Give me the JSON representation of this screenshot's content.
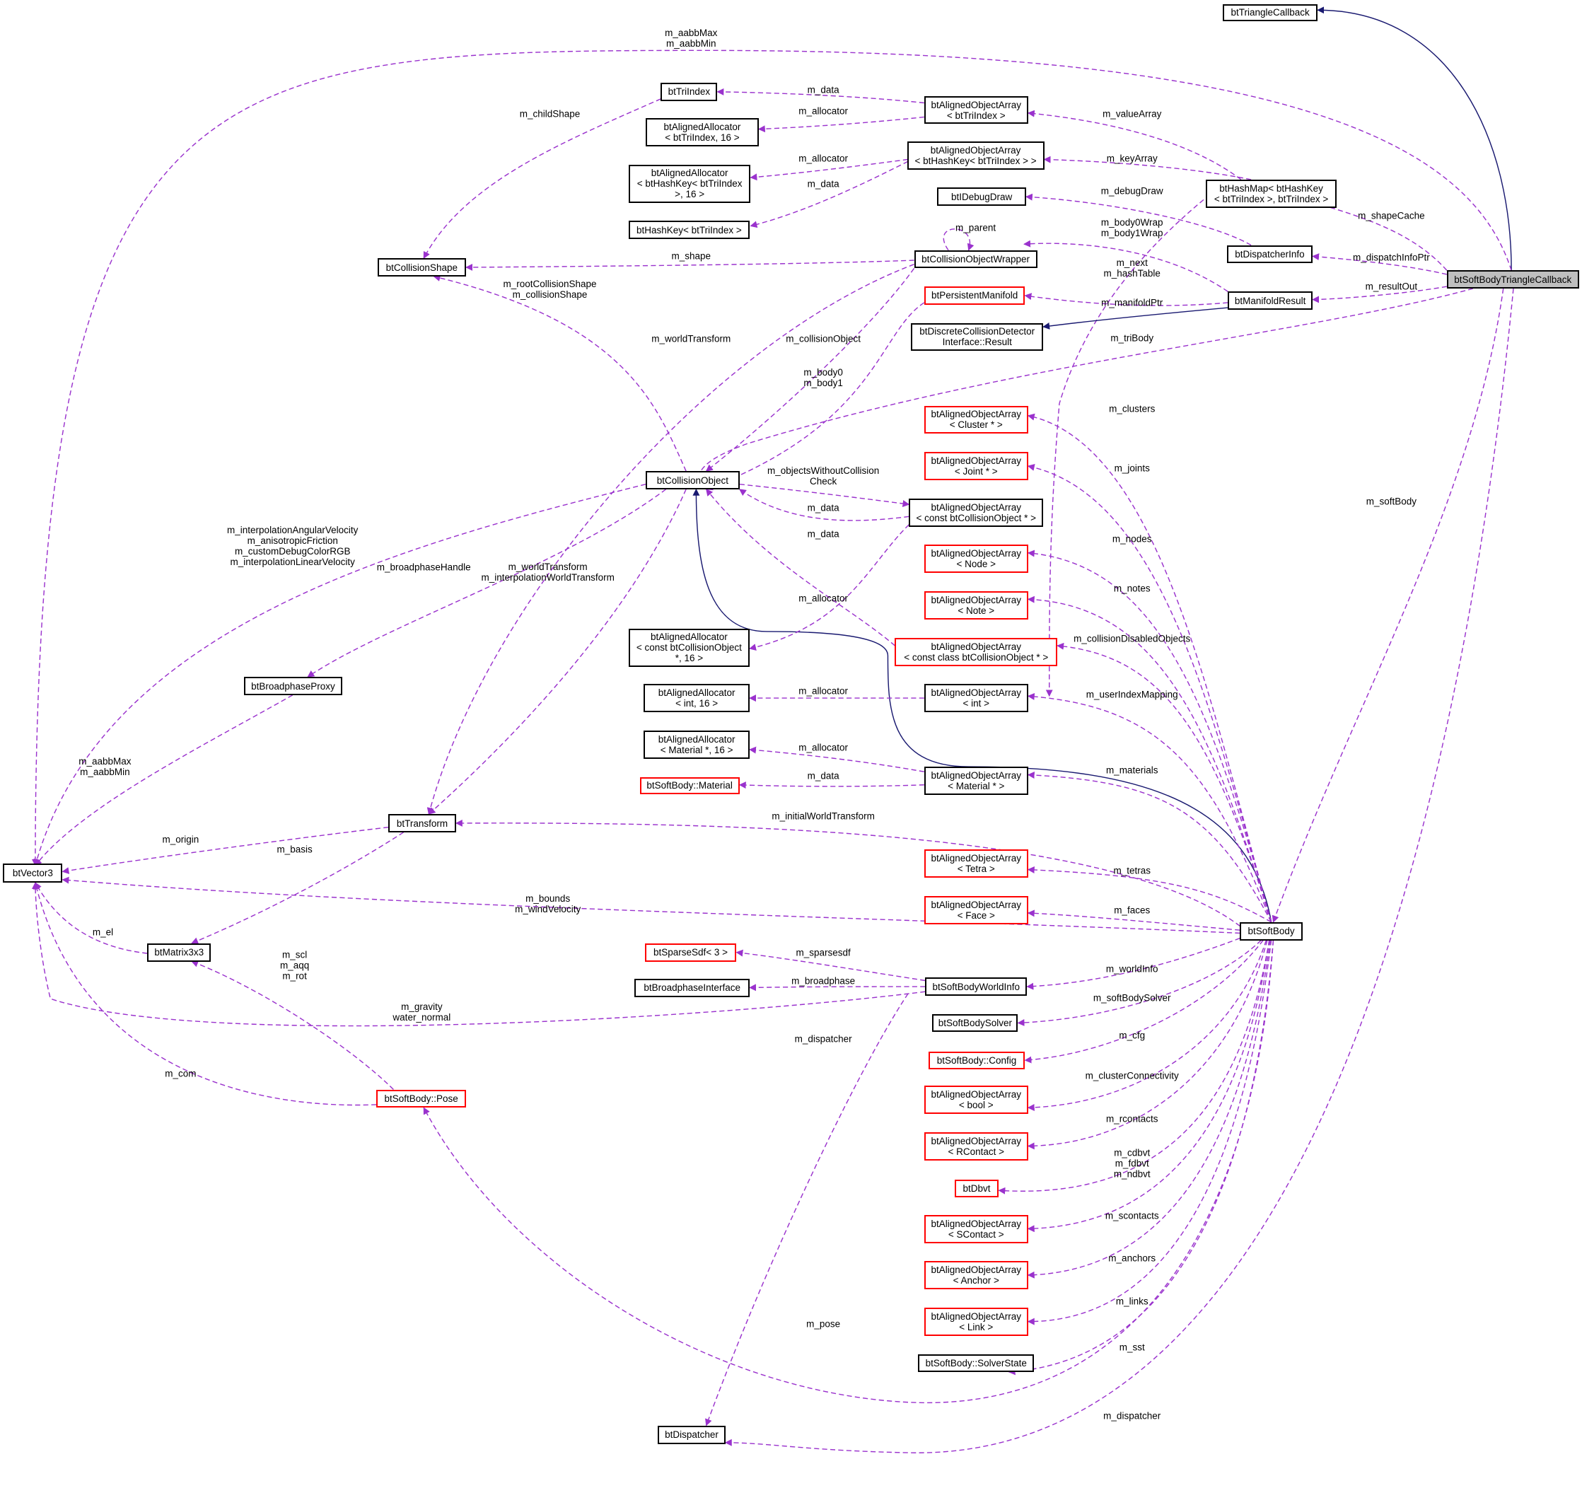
{
  "colors": {
    "usage_edge": "#9a32cd",
    "inherit_edge": "#191970",
    "node_border": "#000000",
    "incomplete_border": "#ff0000",
    "focus_fill": "#bfbfbf"
  },
  "nodes": {
    "btTriangleCallback": [
      "btTriangleCallback"
    ],
    "btTriIndex": [
      "btTriIndex"
    ],
    "btAOA_btTriIndex": [
      "btAlignedObjectArray",
      "< btTriIndex >"
    ],
    "btAA_btTriIndex16": [
      "btAlignedAllocator",
      "< btTriIndex, 16 >"
    ],
    "btAOA_btHashKey": [
      "btAlignedObjectArray",
      "< btHashKey< btTriIndex > >"
    ],
    "btAA_btHashKey16": [
      "btAlignedAllocator",
      "< btHashKey< btTriIndex",
      ">, 16 >"
    ],
    "btHashKey": [
      "btHashKey< btTriIndex >"
    ],
    "btIDebugDraw": [
      "btIDebugDraw"
    ],
    "btHashMap": [
      "btHashMap< btHashKey",
      "< btTriIndex >, btTriIndex >"
    ],
    "btDispatcherInfo": [
      "btDispatcherInfo"
    ],
    "btCollisionShape": [
      "btCollisionShape"
    ],
    "btCollisionObjectWrapper": [
      "btCollisionObjectWrapper"
    ],
    "btSoftBodyTriangleCallback": [
      "btSoftBodyTriangleCallback"
    ],
    "btPersistentManifold": [
      "btPersistentManifold"
    ],
    "btManifoldResult": [
      "btManifoldResult"
    ],
    "btDCDIResult": [
      "btDiscreteCollisionDetector",
      "Interface::Result"
    ],
    "btAOA_Cluster": [
      "btAlignedObjectArray",
      "< Cluster * >"
    ],
    "btAOA_Joint": [
      "btAlignedObjectArray",
      "< Joint * >"
    ],
    "btCollisionObject": [
      "btCollisionObject"
    ],
    "btAOA_constColObj": [
      "btAlignedObjectArray",
      "< const btCollisionObject * >"
    ],
    "btAOA_Node": [
      "btAlignedObjectArray",
      "< Node >"
    ],
    "btAOA_Note": [
      "btAlignedObjectArray",
      "< Note >"
    ],
    "btAA_constColObj16": [
      "btAlignedAllocator",
      "< const btCollisionObject",
      "*, 16 >"
    ],
    "btAOA_constClassColObj": [
      "btAlignedObjectArray",
      "< const class btCollisionObject * >"
    ],
    "btBroadphaseProxy": [
      "btBroadphaseProxy"
    ],
    "btAA_int16": [
      "btAlignedAllocator",
      "< int, 16 >"
    ],
    "btAOA_int": [
      "btAlignedObjectArray",
      "< int >"
    ],
    "btAA_Material16": [
      "btAlignedAllocator",
      "< Material *, 16 >"
    ],
    "btSoftBodyMaterial": [
      "btSoftBody::Material"
    ],
    "btAOA_Material": [
      "btAlignedObjectArray",
      "< Material * >"
    ],
    "btTransform": [
      "btTransform"
    ],
    "btVector3": [
      "btVector3"
    ],
    "btAOA_Tetra": [
      "btAlignedObjectArray",
      "< Tetra >"
    ],
    "btAOA_Face": [
      "btAlignedObjectArray",
      "< Face >"
    ],
    "btSoftBody": [
      "btSoftBody"
    ],
    "btMatrix3x3": [
      "btMatrix3x3"
    ],
    "btSparseSdf": [
      "btSparseSdf< 3 >"
    ],
    "btBroadphaseInterface": [
      "btBroadphaseInterface"
    ],
    "btSoftBodyWorldInfo": [
      "btSoftBodyWorldInfo"
    ],
    "btSoftBodySolver": [
      "btSoftBodySolver"
    ],
    "btSoftBodyConfig": [
      "btSoftBody::Config"
    ],
    "btAOA_bool": [
      "btAlignedObjectArray",
      "< bool >"
    ],
    "btSoftBodyPose": [
      "btSoftBody::Pose"
    ],
    "btAOA_RContact": [
      "btAlignedObjectArray",
      "< RContact >"
    ],
    "btDbvt": [
      "btDbvt"
    ],
    "btAOA_SContact": [
      "btAlignedObjectArray",
      "< SContact >"
    ],
    "btAOA_Anchor": [
      "btAlignedObjectArray",
      "< Anchor >"
    ],
    "btAOA_Link": [
      "btAlignedObjectArray",
      "< Link >"
    ],
    "btSoftBodySolverState": [
      "btSoftBody::SolverState"
    ],
    "btDispatcher": [
      "btDispatcher"
    ]
  },
  "edge_labels": {
    "aabb_top": [
      "m_aabbMax",
      "m_aabbMin"
    ],
    "data_tri": [
      "m_data"
    ],
    "alloc_tri": [
      "m_allocator"
    ],
    "childShape": [
      "m_childShape"
    ],
    "valueArray": [
      "m_valueArray"
    ],
    "alloc_hk": [
      "m_allocator"
    ],
    "data_hk": [
      "m_data"
    ],
    "keyArray": [
      "m_keyArray"
    ],
    "debugDraw": [
      "m_debugDraw"
    ],
    "shapeCache": [
      "m_shapeCache"
    ],
    "parent": [
      "m_parent"
    ],
    "body01Wrap": [
      "m_body0Wrap",
      "m_body1Wrap"
    ],
    "shape": [
      "m_shape"
    ],
    "next_hash": [
      "m_next",
      "m_hashTable"
    ],
    "dispatchInfoPtr": [
      "m_dispatchInfoPtr"
    ],
    "resultOut": [
      "m_resultOut"
    ],
    "rootColShape": [
      "m_rootCollisionShape",
      "m_collisionShape"
    ],
    "manifoldPtr": [
      "m_manifoldPtr"
    ],
    "worldTransform1": [
      "m_worldTransform"
    ],
    "collisionObject": [
      "m_collisionObject"
    ],
    "triBody": [
      "m_triBody"
    ],
    "body01": [
      "m_body0",
      "m_body1"
    ],
    "clusters": [
      "m_clusters"
    ],
    "joints": [
      "m_joints"
    ],
    "softBody": [
      "m_softBody"
    ],
    "objWithoutCC": [
      "m_objectsWithoutCollision",
      "Check"
    ],
    "data_co1": [
      "m_data"
    ],
    "data_co2": [
      "m_data"
    ],
    "interp": [
      "m_interpolationAngularVelocity",
      "m_anisotropicFriction",
      "m_customDebugColorRGB",
      "m_interpolationLinearVelocity"
    ],
    "nodes": [
      "m_nodes"
    ],
    "broadphaseHandle": [
      "m_broadphaseHandle"
    ],
    "worldTransform2": [
      "m_worldTransform",
      "m_interpolationWorldTransform"
    ],
    "notes": [
      "m_notes"
    ],
    "alloc_co": [
      "m_allocator"
    ],
    "colDisabled": [
      "m_collisionDisabledObjects"
    ],
    "alloc_int": [
      "m_allocator"
    ],
    "userIndexMapping": [
      "m_userIndexMapping"
    ],
    "aabb_proxy": [
      "m_aabbMax",
      "m_aabbMin"
    ],
    "alloc_mat": [
      "m_allocator"
    ],
    "data_mat": [
      "m_data"
    ],
    "materials": [
      "m_materials"
    ],
    "initialWorldTransform": [
      "m_initialWorldTransform"
    ],
    "origin": [
      "m_origin"
    ],
    "basis": [
      "m_basis"
    ],
    "tetras": [
      "m_tetras"
    ],
    "bounds": [
      "m_bounds",
      "m_windVelocity"
    ],
    "faces": [
      "m_faces"
    ],
    "el": [
      "m_el"
    ],
    "sql": [
      "m_scl",
      "m_aqq",
      "m_rot"
    ],
    "sparsesdf": [
      "m_sparsesdf"
    ],
    "broadphase": [
      "m_broadphase"
    ],
    "worldInfo": [
      "m_worldInfo"
    ],
    "gravity": [
      "m_gravity",
      "water_normal"
    ],
    "softBodySolver": [
      "m_softBodySolver"
    ],
    "dispatcher1": [
      "m_dispatcher"
    ],
    "cfg": [
      "m_cfg"
    ],
    "com": [
      "m_com"
    ],
    "clusterConnectivity": [
      "m_clusterConnectivity"
    ],
    "rcontacts": [
      "m_rcontacts"
    ],
    "dbvt": [
      "m_cdbvt",
      "m_fdbvt",
      "m_ndbvt"
    ],
    "scontacts": [
      "m_scontacts"
    ],
    "anchors": [
      "m_anchors"
    ],
    "links": [
      "m_links"
    ],
    "pose": [
      "m_pose"
    ],
    "sst": [
      "m_sst"
    ],
    "dispatcher2": [
      "m_dispatcher"
    ]
  }
}
